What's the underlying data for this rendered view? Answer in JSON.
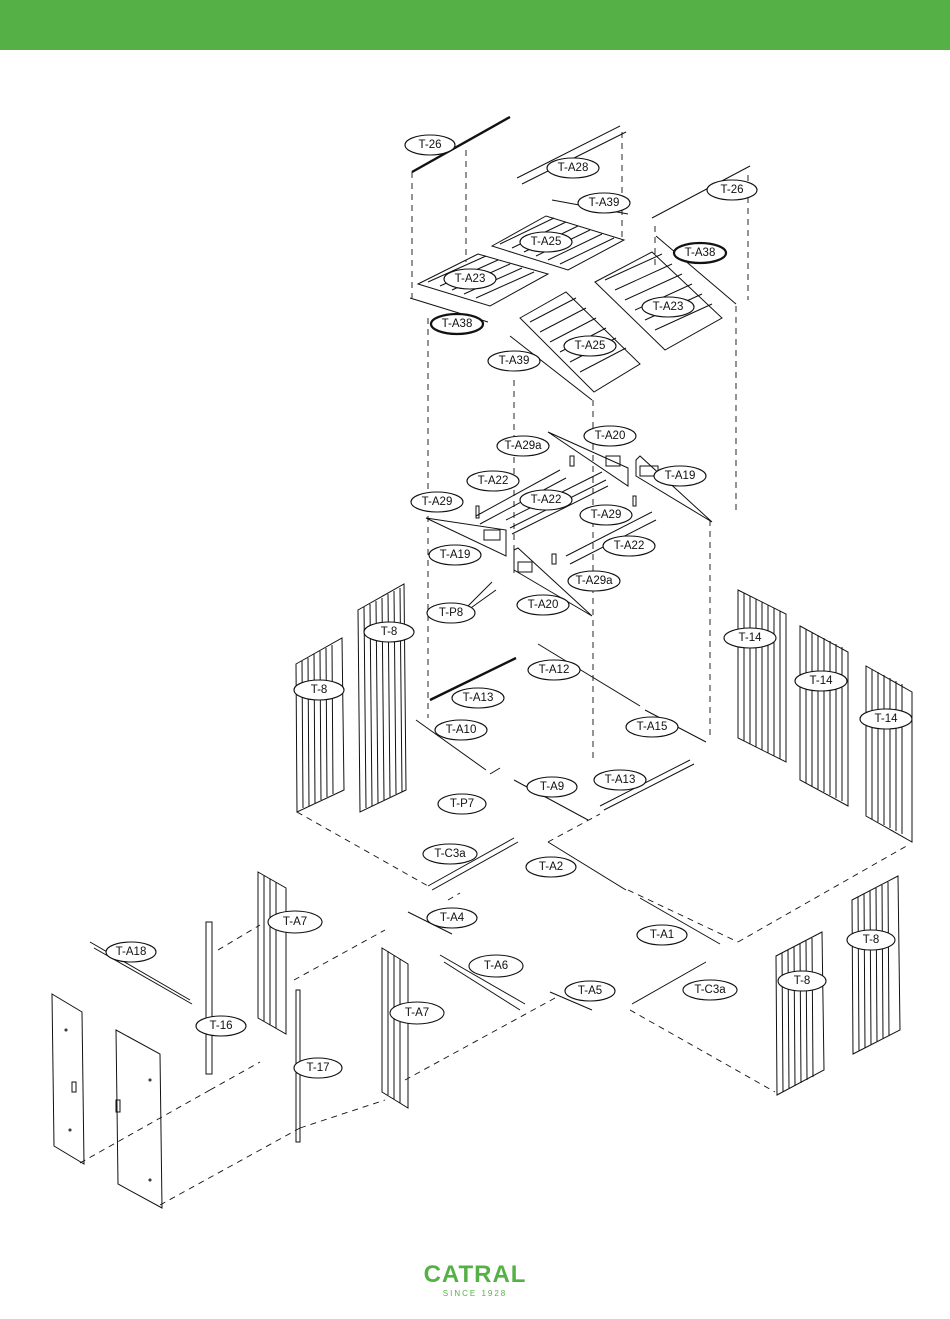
{
  "colors": {
    "brand": "#55b146",
    "ink": "#111111"
  },
  "labels": {
    "t26_a": "T-26",
    "ta28": "T-A28",
    "ta39_a": "T-A39",
    "t26_b": "T-26",
    "ta25_a": "T-A25",
    "ta38_a": "T-A38",
    "ta23_a": "T-A23",
    "ta23_b": "T-A23",
    "ta38_b": "T-A38",
    "ta25_b": "T-A25",
    "ta39_b": "T-A39",
    "ta20_a": "T-A20",
    "ta29a_a": "T-A29a",
    "ta19_a": "T-A19",
    "ta22_a": "T-A22",
    "ta22_b": "T-A22",
    "ta29_a": "T-A29",
    "ta29_b": "T-A29",
    "ta22_c": "T-A22",
    "ta19_b": "T-A19",
    "ta29a_b": "T-A29a",
    "tp8": "T-P8",
    "ta20_b": "T-A20",
    "t8_a": "T-8",
    "t8_b": "T-8",
    "t14_a": "T-14",
    "t14_b": "T-14",
    "t14_c": "T-14",
    "ta12": "T-A12",
    "ta13_a": "T-A13",
    "ta10": "T-A10",
    "ta15": "T-A15",
    "ta13_b": "T-A13",
    "ta9": "T-A9",
    "tp7": "T-P7",
    "tc3a_a": "T-C3a",
    "ta2": "T-A2",
    "ta7_a": "T-A7",
    "ta4": "T-A4",
    "ta1": "T-A1",
    "t8_c": "T-8",
    "ta18": "T-A18",
    "ta6": "T-A6",
    "ta5": "T-A5",
    "tc3a_b": "T-C3a",
    "t8_d": "T-8",
    "t16": "T-16",
    "ta7_b": "T-A7",
    "t17": "T-17"
  },
  "logo": {
    "name": "CATRAL",
    "since": "SINCE 1928"
  }
}
